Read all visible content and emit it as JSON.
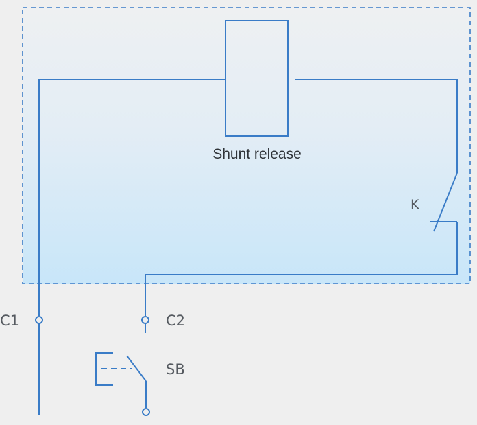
{
  "diagram": {
    "shunt_release_label": "Shunt release",
    "switch_k_label": "K",
    "terminal_c1_label": "C1",
    "terminal_c2_label": "C2",
    "pushbutton_sb_label": "SB"
  },
  "colors": {
    "wire": "#3a7cc7",
    "panel_top": "#eef0f2",
    "panel_bottom": "#c8e6f9",
    "text": "#555a60",
    "background": "#efefef"
  }
}
